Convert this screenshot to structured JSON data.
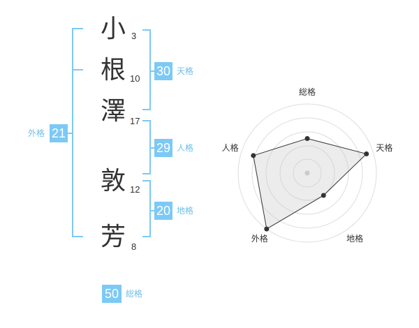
{
  "name": {
    "characters": [
      {
        "char": "小",
        "strokes": "3"
      },
      {
        "char": "根",
        "strokes": "10"
      },
      {
        "char": "澤",
        "strokes": "17"
      },
      {
        "char": "敦",
        "strokes": "12"
      },
      {
        "char": "芳",
        "strokes": "8"
      }
    ]
  },
  "fortunes": {
    "tenkaku": {
      "value": "30",
      "label": "天格"
    },
    "jinkaku": {
      "value": "29",
      "label": "人格"
    },
    "chikaku": {
      "value": "20",
      "label": "地格"
    },
    "gaikaku": {
      "value": "21",
      "label": "外格"
    },
    "soukaku": {
      "value": "50",
      "label": "総格"
    }
  },
  "colors": {
    "accent": "#7cc9f5",
    "text": "#333333",
    "grid": "#dddddd"
  },
  "radar": {
    "axes": [
      "総格",
      "天格",
      "地格",
      "外格",
      "人格"
    ],
    "levels": [
      0.5,
      0.9,
      0.4,
      1.0,
      0.82
    ]
  }
}
